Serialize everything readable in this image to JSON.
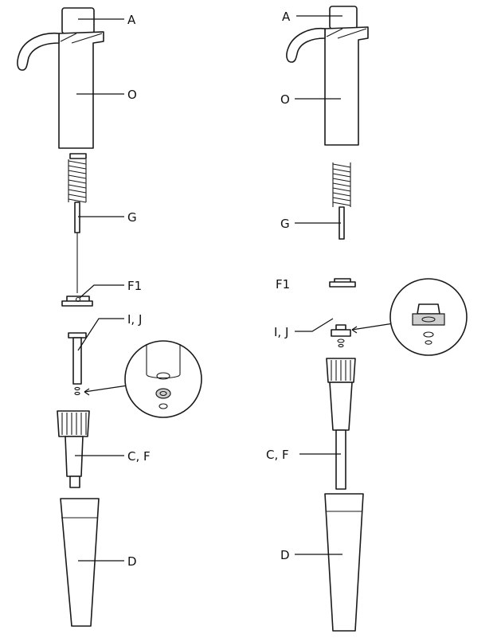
{
  "labels": {
    "A": "A",
    "O": "O",
    "G": "G",
    "F1": "F1",
    "IJ": "I, J",
    "CF": "C, F",
    "D": "D"
  }
}
